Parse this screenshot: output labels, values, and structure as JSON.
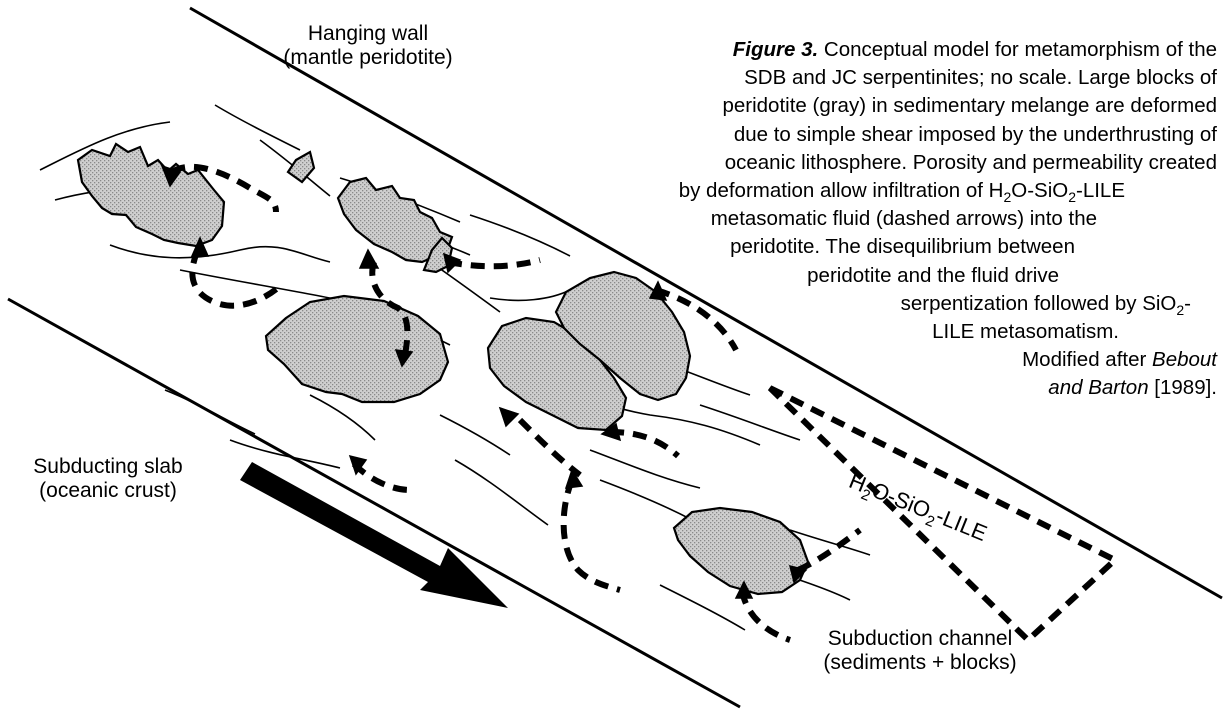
{
  "labels": {
    "hanging_wall_1": "Hanging wall",
    "hanging_wall_2": "(mantle peridotite)",
    "slab_1": "Subducting slab",
    "slab_2": "(oceanic crust)",
    "channel_1": "Subduction channel",
    "channel_2": "(sediments + blocks)"
  },
  "fluid_label": {
    "part1": "H",
    "sub1": "2",
    "part2": "O-SiO",
    "sub2": "2",
    "part3": "-LILE"
  },
  "caption": {
    "fig_label": "Figure 3.",
    "l1": "Conceptual model for metamorphism of the",
    "l2": "SDB and JC serpentinites; no scale.  Large blocks of",
    "l3": "peridotite (gray) in sedimentary melange are deformed",
    "l4": "due to simple shear imposed by the underthrusting of",
    "l5": "oceanic lithosphere.  Porosity and permeability created",
    "l6a": "by deformation allow infiltration of H",
    "l6sub1": "2",
    "l6b": "O-SiO",
    "l6sub2": "2",
    "l6c": "-LILE",
    "l7": "metasomatic fluid (dashed arrows) into the",
    "l8": "peridotite. The disequilibrium between",
    "l9": "peridotite and the fluid drive",
    "l10a": "serpentization followed by SiO",
    "l10sub": "2",
    "l10b": "-",
    "l11": "LILE metasomatism.",
    "l12": "Modified after ",
    "l12ital": "Bebout",
    "l13ital": "and Barton",
    "l13": " [1989]."
  },
  "colors": {
    "block_fill": "#c4c4c4",
    "line": "#000000"
  }
}
